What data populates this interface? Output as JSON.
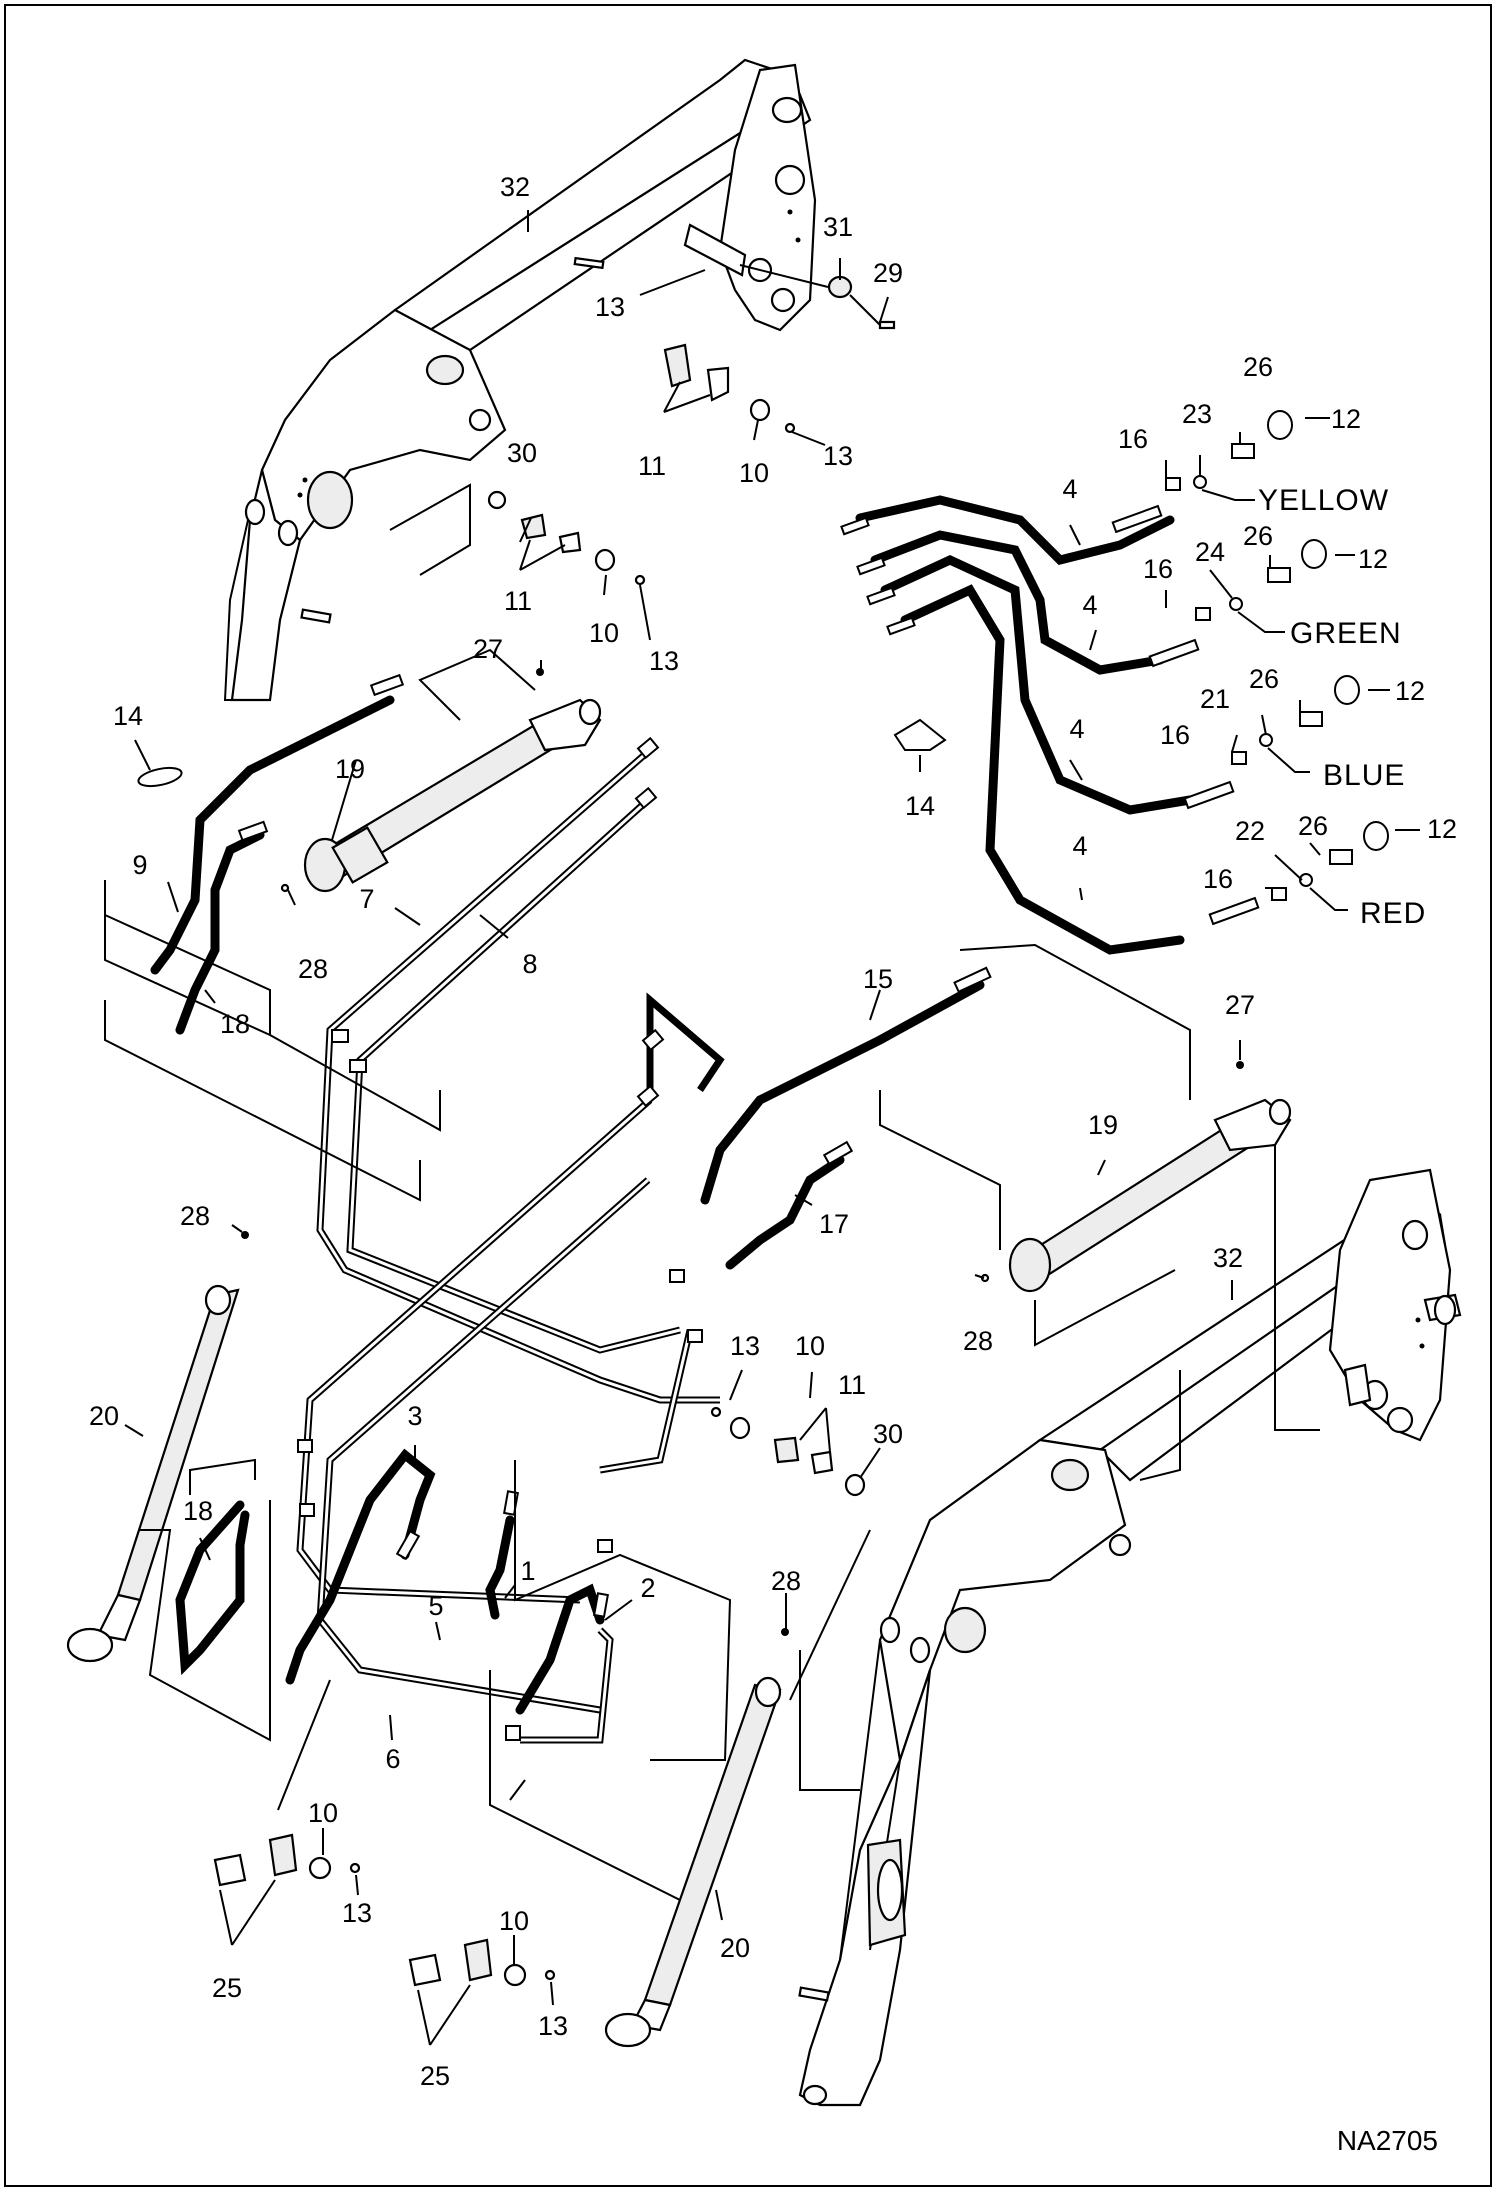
{
  "figure": {
    "drawing_id": "NA2705"
  },
  "callouts": [
    {
      "id": "c-32-top",
      "label": "32"
    },
    {
      "id": "c-31",
      "label": "31"
    },
    {
      "id": "c-29",
      "label": "29"
    },
    {
      "id": "c-13-a",
      "label": "13"
    },
    {
      "id": "c-26-a",
      "label": "26"
    },
    {
      "id": "c-23",
      "label": "23"
    },
    {
      "id": "c-12-a",
      "label": "12"
    },
    {
      "id": "c-16-a",
      "label": "16"
    },
    {
      "id": "c-4-a",
      "label": "4"
    },
    {
      "id": "c-11-a",
      "label": "11"
    },
    {
      "id": "c-10-a",
      "label": "10"
    },
    {
      "id": "c-13-b",
      "label": "13"
    },
    {
      "id": "c-30-a",
      "label": "30"
    },
    {
      "id": "c-24",
      "label": "24"
    },
    {
      "id": "c-26-b",
      "label": "26"
    },
    {
      "id": "c-12-b",
      "label": "12"
    },
    {
      "id": "c-16-b",
      "label": "16"
    },
    {
      "id": "c-4-b",
      "label": "4"
    },
    {
      "id": "c-11-b",
      "label": "11"
    },
    {
      "id": "c-10-b",
      "label": "10"
    },
    {
      "id": "c-13-c",
      "label": "13"
    },
    {
      "id": "c-27-a",
      "label": "27"
    },
    {
      "id": "c-26-c",
      "label": "26"
    },
    {
      "id": "c-12-c",
      "label": "12"
    },
    {
      "id": "c-21",
      "label": "21"
    },
    {
      "id": "c-16-c",
      "label": "16"
    },
    {
      "id": "c-4-c",
      "label": "4"
    },
    {
      "id": "c-14-a",
      "label": "14"
    },
    {
      "id": "c-14-b",
      "label": "14"
    },
    {
      "id": "c-19-a",
      "label": "19"
    },
    {
      "id": "c-22",
      "label": "22"
    },
    {
      "id": "c-26-d",
      "label": "26"
    },
    {
      "id": "c-12-d",
      "label": "12"
    },
    {
      "id": "c-4-d",
      "label": "4"
    },
    {
      "id": "c-16-d",
      "label": "16"
    },
    {
      "id": "c-9",
      "label": "9"
    },
    {
      "id": "c-7",
      "label": "7"
    },
    {
      "id": "c-8",
      "label": "8"
    },
    {
      "id": "c-28-a",
      "label": "28"
    },
    {
      "id": "c-18-a",
      "label": "18"
    },
    {
      "id": "c-15",
      "label": "15"
    },
    {
      "id": "c-27-b",
      "label": "27"
    },
    {
      "id": "c-19-b",
      "label": "19"
    },
    {
      "id": "c-17",
      "label": "17"
    },
    {
      "id": "c-28-b",
      "label": "28"
    },
    {
      "id": "c-32-bottom",
      "label": "32"
    },
    {
      "id": "c-28-c",
      "label": "28"
    },
    {
      "id": "c-13-d",
      "label": "13"
    },
    {
      "id": "c-10-c",
      "label": "10"
    },
    {
      "id": "c-11-c",
      "label": "11"
    },
    {
      "id": "c-30-b",
      "label": "30"
    },
    {
      "id": "c-28-d",
      "label": "28"
    },
    {
      "id": "c-20-a",
      "label": "20"
    },
    {
      "id": "c-3",
      "label": "3"
    },
    {
      "id": "c-18-b",
      "label": "18"
    },
    {
      "id": "c-1",
      "label": "1"
    },
    {
      "id": "c-2",
      "label": "2"
    },
    {
      "id": "c-28-e",
      "label": "28"
    },
    {
      "id": "c-5",
      "label": "5"
    },
    {
      "id": "c-6",
      "label": "6"
    },
    {
      "id": "c-10-d",
      "label": "10"
    },
    {
      "id": "c-13-e",
      "label": "13"
    },
    {
      "id": "c-25-a",
      "label": "25"
    },
    {
      "id": "c-10-e",
      "label": "10"
    },
    {
      "id": "c-13-f",
      "label": "13"
    },
    {
      "id": "c-25-b",
      "label": "25"
    },
    {
      "id": "c-20-b",
      "label": "20"
    }
  ],
  "color_tags": [
    {
      "id": "t-yellow",
      "label": "YELLOW"
    },
    {
      "id": "t-green",
      "label": "GREEN"
    },
    {
      "id": "t-blue",
      "label": "BLUE"
    },
    {
      "id": "t-red",
      "label": "RED"
    }
  ]
}
